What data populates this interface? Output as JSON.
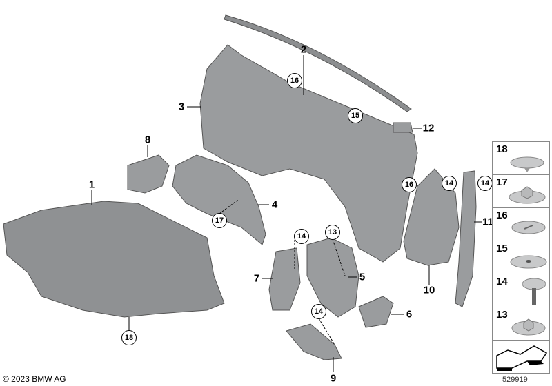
{
  "copyright": "© 2023 BMW AG",
  "image_id": "529919",
  "callouts": [
    "1",
    "2",
    "3",
    "4",
    "5",
    "6",
    "7",
    "8",
    "9",
    "10",
    "11",
    "12"
  ],
  "circled_callouts": [
    "16",
    "15",
    "17",
    "14",
    "13",
    "14",
    "16",
    "14",
    "14",
    "18"
  ],
  "legend": [
    {
      "label": "18",
      "icon": "expanding-rivet-icon"
    },
    {
      "label": "17",
      "icon": "washer-nut-icon"
    },
    {
      "label": "16",
      "icon": "expanding-rivet-flat-icon"
    },
    {
      "label": "15",
      "icon": "clip-washer-icon"
    },
    {
      "label": "14",
      "icon": "screw-rivet-icon"
    },
    {
      "label": "13",
      "icon": "collar-nut-icon"
    },
    {
      "label": "",
      "icon": "direction-arrow-icon"
    }
  ]
}
